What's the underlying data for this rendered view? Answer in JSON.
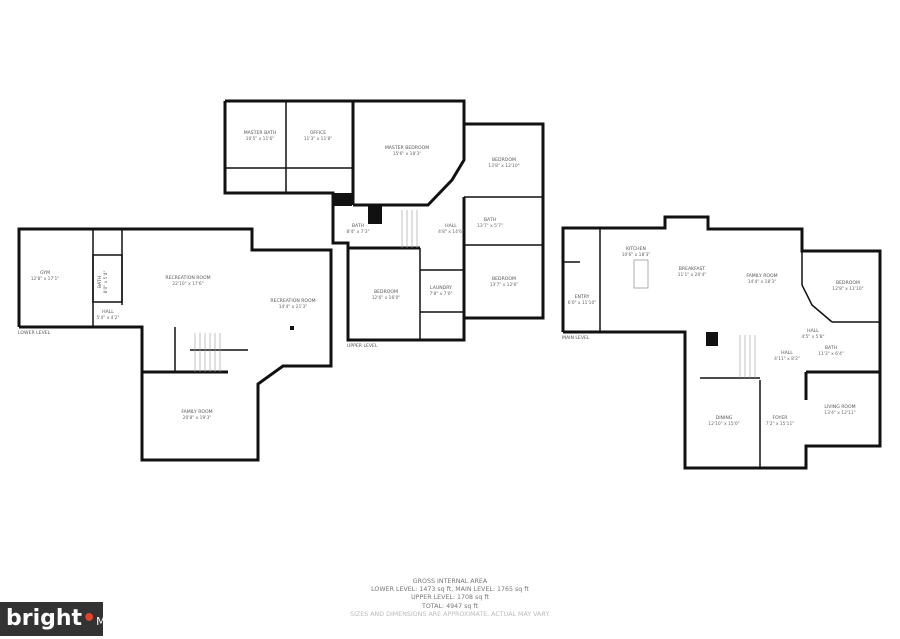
{
  "levels": {
    "lower": {
      "name": "LOWER LEVEL",
      "rooms": [
        {
          "name": "GYM",
          "dim": "12'8\" x 17'1\""
        },
        {
          "name": "HALL",
          "dim": "5'4\" x 4'2\""
        },
        {
          "name": "BATH",
          "dim": "8'0\" x 5'4\""
        },
        {
          "name": "RECREATION ROOM",
          "dim": "22'10\" x 17'6\""
        },
        {
          "name": "RECREATION ROOM",
          "dim": "14'4\" x 21'3\""
        },
        {
          "name": "FAMILY ROOM",
          "dim": "20'8\" x 19'3\""
        }
      ]
    },
    "upper": {
      "name": "UPPER LEVEL",
      "rooms": [
        {
          "name": "MASTER BATH",
          "dim": "10'5\" x 11'6\""
        },
        {
          "name": "OFFICE",
          "dim": "11'3\" x 11'8\""
        },
        {
          "name": "MASTER BEDROOM",
          "dim": "15'6\" x 18'3\""
        },
        {
          "name": "BEDROOM",
          "dim": "13'8\" x 12'10\""
        },
        {
          "name": "BATH",
          "dim": "8'4\" x 7'3\""
        },
        {
          "name": "HALL",
          "dim": "4'8\" x 14'6\""
        },
        {
          "name": "BATH",
          "dim": "13'7\" x 5'7\""
        },
        {
          "name": "BEDROOM",
          "dim": "12'6\" x 16'0\""
        },
        {
          "name": "LAUNDRY",
          "dim": "7'8\" x 7'0\""
        },
        {
          "name": "BEDROOM",
          "dim": "13'7\" x 12'6\""
        }
      ]
    },
    "main": {
      "name": "MAIN LEVEL",
      "rooms": [
        {
          "name": "KITCHEN",
          "dim": "10'6\" x 18'3\""
        },
        {
          "name": "BREAKFAST",
          "dim": "11'1\" x 20'4\""
        },
        {
          "name": "FAMILY ROOM",
          "dim": "14'4\" x 18'3\""
        },
        {
          "name": "BEDROOM",
          "dim": "12'8\" x 11'10\""
        },
        {
          "name": "ENTRY",
          "dim": "6'0\" x 11'10\""
        },
        {
          "name": "HALL",
          "dim": "4'5\" x 5'8\""
        },
        {
          "name": "BATH",
          "dim": "11'3\" x 6'4\""
        },
        {
          "name": "HALL",
          "dim": "4'11\" x 8'2\""
        },
        {
          "name": "DINING",
          "dim": "12'10\" x 15'0\""
        },
        {
          "name": "FOYER",
          "dim": "7'2\" x 15'11\""
        },
        {
          "name": "LIVING ROOM",
          "dim": "13'4\" x 12'11\""
        }
      ]
    }
  },
  "summary": {
    "title": "GROSS INTERNAL AREA",
    "line1": "LOWER LEVEL: 1473 sq ft, MAIN LEVEL: 1765 sq ft",
    "line2": "UPPER LEVEL: 1708 sq ft",
    "line3": "TOTAL: 4947 sq ft",
    "disclaimer": "SIZES AND DIMENSIONS ARE APPROXIMATE, ACTUAL MAY VARY."
  },
  "logo": {
    "text": "bright",
    "suffix": "MLS",
    "accent": "#e0452b"
  }
}
